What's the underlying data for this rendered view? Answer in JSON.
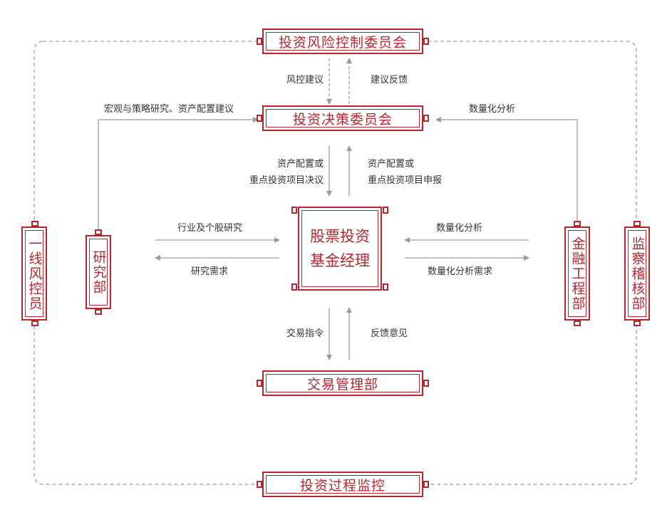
{
  "boxes": {
    "risk_committee": "投资风险控制委员会",
    "decision_committee": "投资决策委员会",
    "fund_manager_line1": "股票投资",
    "fund_manager_line2": "基金经理",
    "trading_dept": "交易管理部",
    "process_monitor": "投资过程监控",
    "frontline_risk": "一线风控员",
    "research_dept": "研究部",
    "fin_eng_dept": "金融工程部",
    "audit_dept": "监察稽核部"
  },
  "labels": {
    "risk_advice": "风控建议",
    "advice_feedback": "建议反馈",
    "macro_research": "宏观与策略研究、资产配置建议",
    "quant_analysis_top": "数量化分析",
    "decision_down_1": "资产配置或",
    "decision_down_2": "重点投资项目决议",
    "report_up_1": "资产配置或",
    "report_up_2": "重点投资项目申报",
    "industry_research": "行业及个股研究",
    "research_demand": "研究需求",
    "quant_analysis_mid": "数量化分析",
    "quant_demand": "数量化分析需求",
    "trade_order": "交易指令",
    "feedback": "反馈意见"
  },
  "colors": {
    "accent": "#b5262f",
    "line": "#9a9a9a",
    "text": "#333333"
  }
}
